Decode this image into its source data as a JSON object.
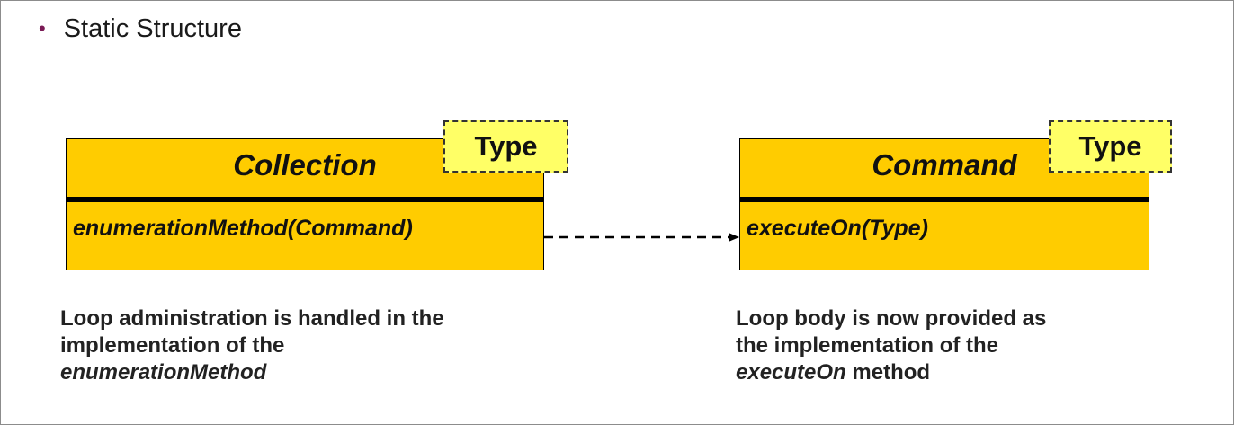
{
  "heading": "Static Structure",
  "left_class": {
    "name": "Collection",
    "method": "enumerationMethod(Command)",
    "type_param": "Type"
  },
  "right_class": {
    "name": "Command",
    "method": "executeOn(Type)",
    "type_param": "Type"
  },
  "left_note": {
    "line1": "Loop administration is handled in the",
    "line2": "implementation of the",
    "line3": "enumerationMethod"
  },
  "right_note": {
    "line1": "Loop body is now provided as",
    "line2": "the implementation of the",
    "line3_italic": "executeOn",
    "line3_rest": " method"
  },
  "colors": {
    "class_fill": "#ffcc00",
    "type_fill": "#ffff66",
    "bullet": "#7a1a55"
  }
}
